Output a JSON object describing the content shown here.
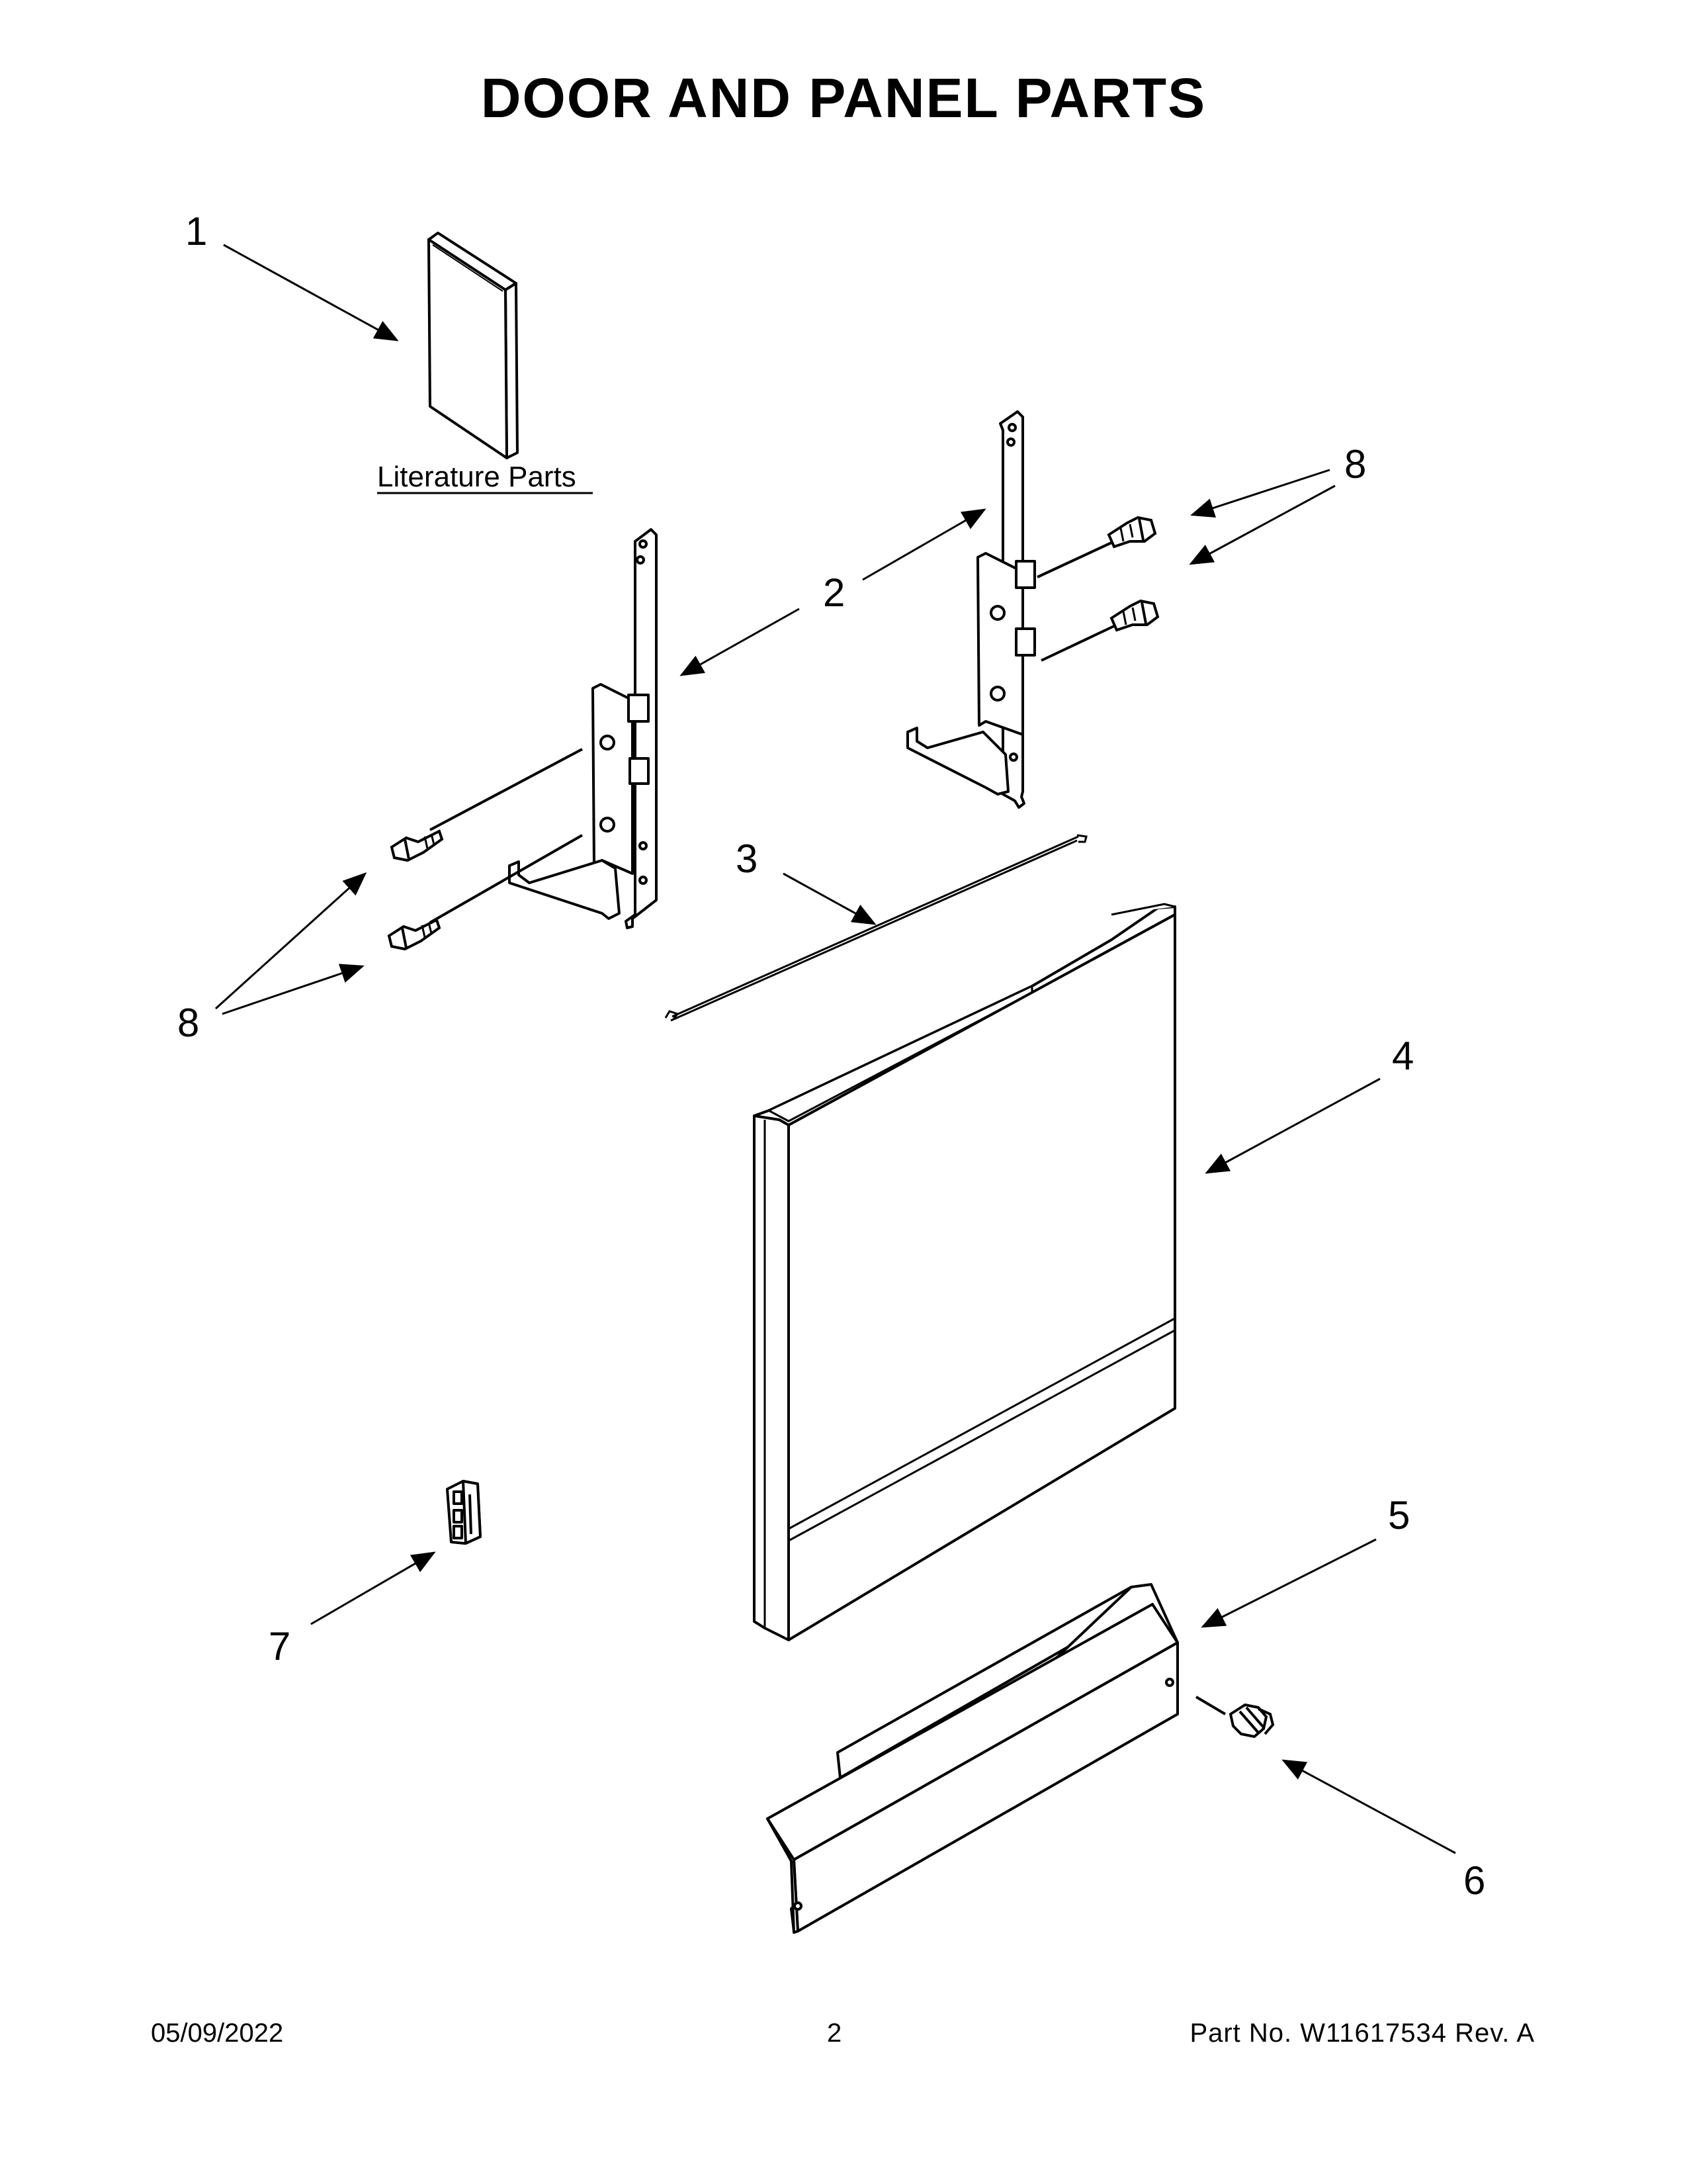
{
  "title": "DOOR AND PANEL PARTS",
  "literature_label": "Literature Parts",
  "callouts": {
    "c1": "1",
    "c2": "2",
    "c3": "3",
    "c4": "4",
    "c5": "5",
    "c6": "6",
    "c7": "7",
    "c8a": "8",
    "c8b": "8"
  },
  "footer": {
    "date": "05/09/2022",
    "page": "2",
    "part_no": "Part No.  W11617534  Rev.  A"
  }
}
